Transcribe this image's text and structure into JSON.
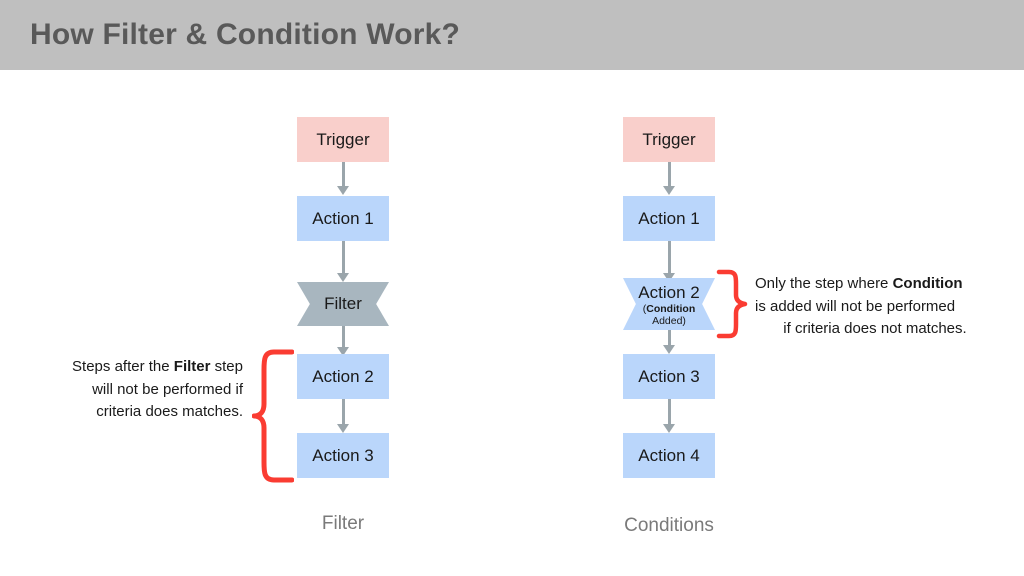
{
  "header": {
    "title": "How Filter & Condition Work?",
    "background": "#bfbfbf",
    "text_color": "#595959"
  },
  "colors": {
    "trigger": "#f9cfcb",
    "action": "#bad6fb",
    "filter": "#a8b6bf",
    "arrow": "#9aa5ab",
    "brace": "#fa3c32",
    "caption": "#7a7a7a"
  },
  "left_flow": {
    "caption": "Filter",
    "nodes": [
      {
        "label": "Trigger",
        "shape": "rect",
        "kind": "trigger"
      },
      {
        "label": "Action 1",
        "shape": "rect",
        "kind": "action"
      },
      {
        "label": "Filter",
        "shape": "bowtie",
        "kind": "filter"
      },
      {
        "label": "Action 2",
        "shape": "rect",
        "kind": "action"
      },
      {
        "label": "Action 3",
        "shape": "rect",
        "kind": "action"
      }
    ],
    "annotation": {
      "line1_pre": "Steps after the ",
      "line1_bold": "Filter",
      "line1_post": " step",
      "line2": "will not be performed if",
      "line3": "criteria does matches."
    }
  },
  "right_flow": {
    "caption": "Conditions",
    "nodes": [
      {
        "label": "Trigger",
        "shape": "rect",
        "kind": "trigger"
      },
      {
        "label": "Action 1",
        "shape": "rect",
        "kind": "action"
      },
      {
        "label": "Action 2",
        "shape": "bowtie",
        "kind": "action",
        "sub_open": "(",
        "sub_bold": "Condition",
        "sub_line2": "Added)"
      },
      {
        "label": "Action 3",
        "shape": "rect",
        "kind": "action"
      },
      {
        "label": "Action 4",
        "shape": "rect",
        "kind": "action"
      }
    ],
    "annotation": {
      "line1_pre": "Only the step where ",
      "line1_bold": "Condition",
      "line2": "is added will not be performed",
      "line3": "if criteria does not matches."
    }
  }
}
